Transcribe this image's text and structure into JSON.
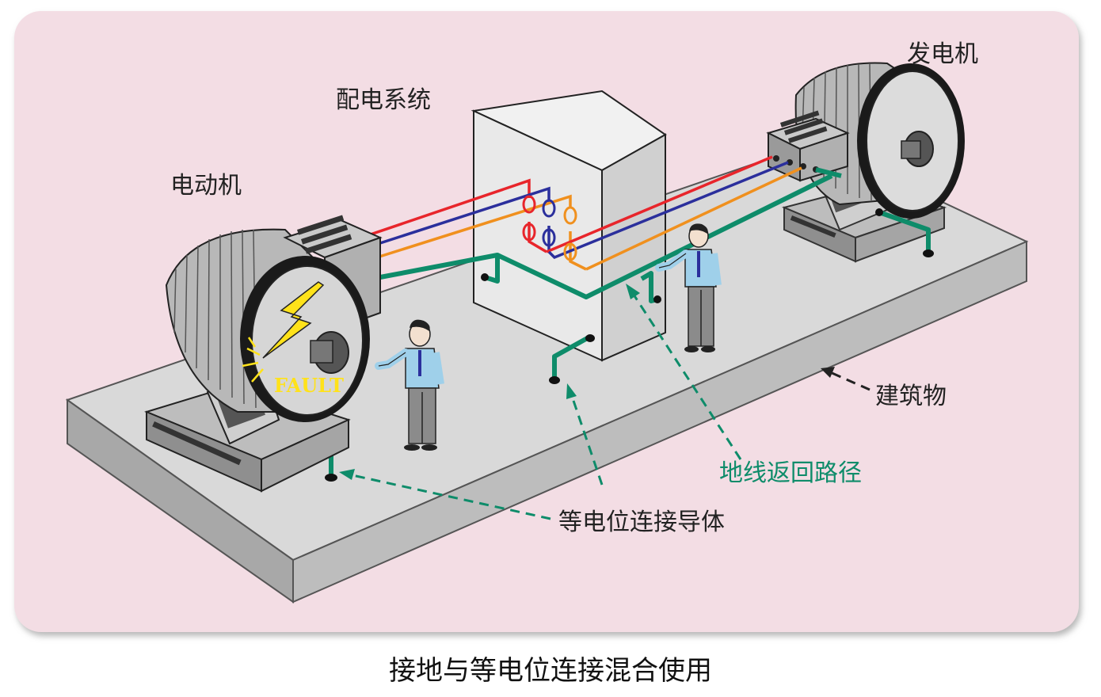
{
  "labels": {
    "generator": "发电机",
    "distribution": "配电系统",
    "motor": "电动机",
    "building": "建筑物",
    "ground_path": "地线返回路径",
    "bonding": "等电位连接导体",
    "fault": "FAULT"
  },
  "caption": "接地与等电位连接混合使用",
  "colors": {
    "panel_bg": "#f3dde4",
    "slab_top": "#d9d9d9",
    "slab_side": "#a8a8a8",
    "ground_green": "#0e8c6a",
    "phase_red": "#e8252b",
    "phase_blue": "#2b2f9c",
    "phase_orange": "#f0901e",
    "fault_yellow": "#ffe21a",
    "label_green": "#0e8c6a"
  }
}
